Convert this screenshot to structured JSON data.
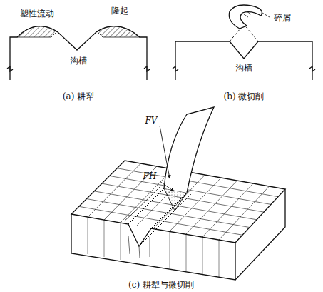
{
  "diagram": {
    "labels": [
      "塑性流动",
      "隆起",
      "沟槽",
      "碎屑",
      "沟槽",
      "(a) 耕犁",
      "(b) 微切削",
      "FV",
      "FH",
      "(c) 耕犁与微切削"
    ]
  }
}
